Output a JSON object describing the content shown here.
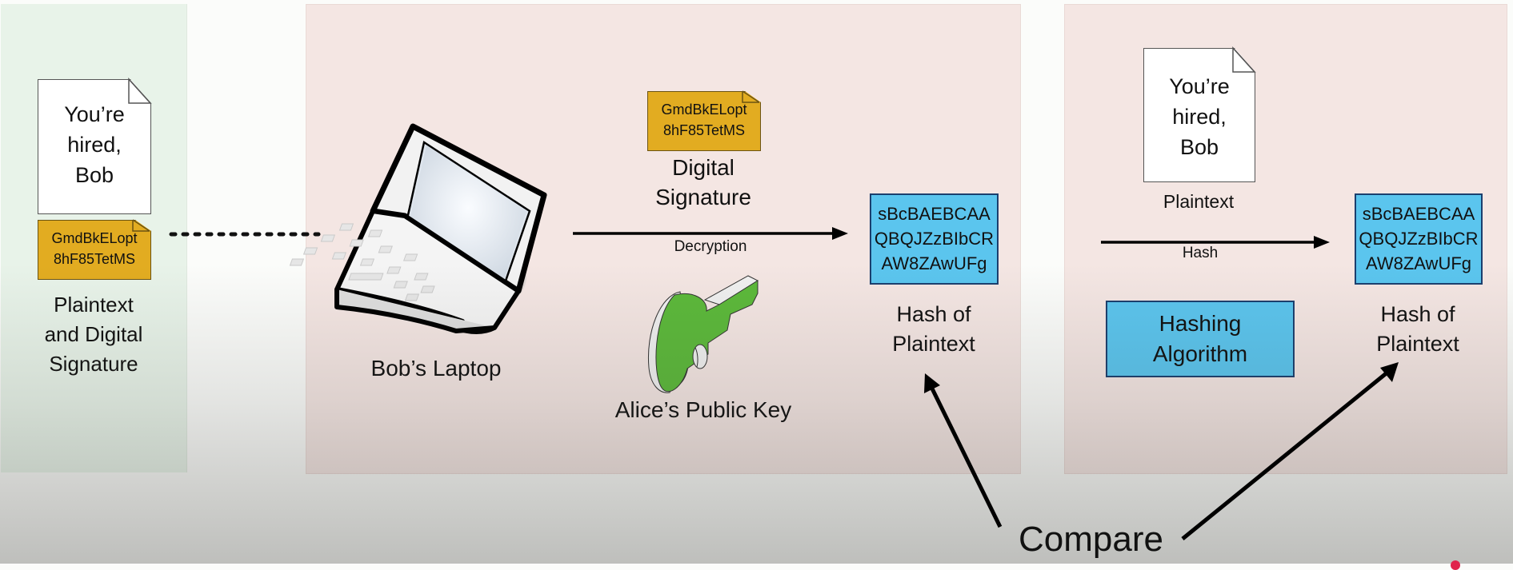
{
  "slide": {
    "left_panel": {
      "document_text": [
        "You’re",
        "hired,",
        "Bob"
      ],
      "signature_text": [
        "GmdBkELopt",
        "8hF85TetMS"
      ],
      "caption": [
        "Plaintext",
        "and Digital",
        "Signature"
      ]
    },
    "middle_panel": {
      "laptop_caption": "Bob’s Laptop",
      "signature_text": [
        "GmdBkELopt",
        "8hF85TetMS"
      ],
      "signature_caption": [
        "Digital",
        "Signature"
      ],
      "arrow_label": "Decryption",
      "key_caption": "Alice’s Public Key",
      "hash_text": [
        "sBcBAEBCAA",
        "QBQJZzBIbCR",
        "AW8ZAwUFg"
      ],
      "hash_caption": [
        "Hash of",
        "Plaintext"
      ]
    },
    "right_panel": {
      "document_text": [
        "You’re",
        "hired,",
        "Bob"
      ],
      "document_caption": "Plaintext",
      "arrow_label": "Hash",
      "algorithm_label": [
        "Hashing",
        "Algorithm"
      ],
      "hash_text": [
        "sBcBAEBCAA",
        "QBQJZzBIbCR",
        "AW8ZAwUFg"
      ],
      "hash_caption": [
        "Hash of",
        "Plaintext"
      ]
    },
    "compare_label": "Compare",
    "icons": {
      "document": "document-icon",
      "signature": "signature-file-icon",
      "laptop": "laptop-icon",
      "key": "key-icon"
    },
    "colors": {
      "green_panel": "#e8f3e9",
      "pink_panel": "#f4e6e3",
      "signature_fill": "#e2ac21",
      "hash_fill": "#5bc5ee",
      "hash_border": "#1b3f6e",
      "key_green": "#5cb93a"
    }
  }
}
